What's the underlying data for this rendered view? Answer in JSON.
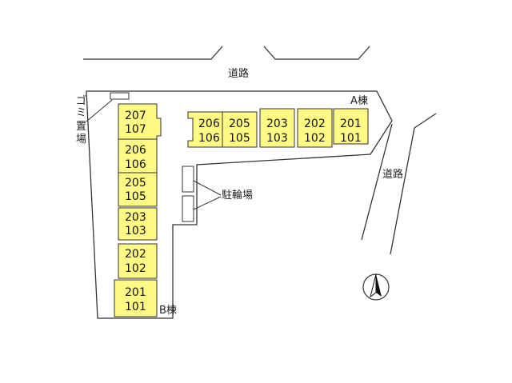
{
  "roads": {
    "north_label": "道路",
    "east_label": "道路"
  },
  "garbage": {
    "label_chars": [
      "ゴ",
      "ミ",
      "置",
      "場"
    ]
  },
  "bike_parking": {
    "label": "駐輪場"
  },
  "building_a": {
    "label": "A棟",
    "units": [
      {
        "upper": "206",
        "lower": "106"
      },
      {
        "upper": "205",
        "lower": "105"
      },
      {
        "upper": "203",
        "lower": "103"
      },
      {
        "upper": "202",
        "lower": "102"
      },
      {
        "upper": "201",
        "lower": "101"
      }
    ]
  },
  "building_b": {
    "label": "B棟",
    "units": [
      {
        "upper": "207",
        "lower": "107"
      },
      {
        "upper": "206",
        "lower": "106"
      },
      {
        "upper": "205",
        "lower": "105"
      },
      {
        "upper": "203",
        "lower": "103"
      },
      {
        "upper": "202",
        "lower": "102"
      },
      {
        "upper": "201",
        "lower": "101"
      }
    ]
  },
  "compass": {
    "icon": "north-arrow-icon"
  },
  "colors": {
    "unit_fill": "#fefa84",
    "line": "#333333"
  }
}
